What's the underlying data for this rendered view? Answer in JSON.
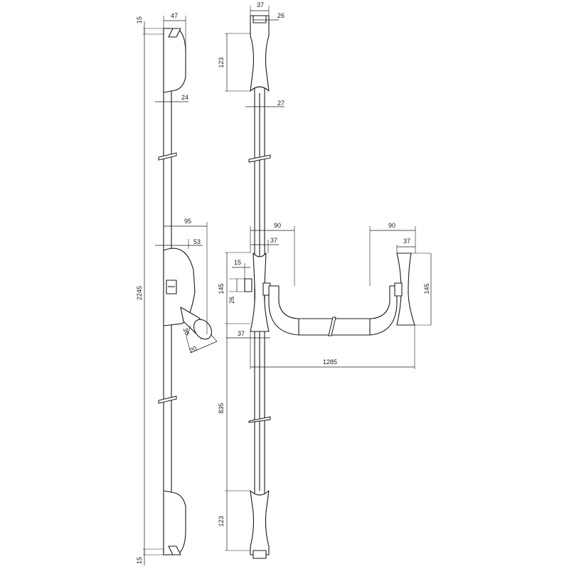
{
  "dimensions": {
    "side_top_gap": "15",
    "side_top_width": "47",
    "side_total_height": "2245",
    "side_rod_width": "24",
    "side_body_depth": "95",
    "side_body_offset": "53",
    "side_knob_diameter": "36",
    "side_knob_length": "20",
    "side_bottom_gap": "15",
    "front_top_width": "37",
    "front_top_inner": "26",
    "front_top_height": "123",
    "front_rod_width": "27",
    "front_left_reach": "90",
    "front_left_width": "37",
    "front_right_reach": "90",
    "front_right_width": "37",
    "front_latch_offset": "15",
    "front_center_height": "145",
    "front_latch_height": "26",
    "front_right_height": "145",
    "front_arm_offset": "37",
    "front_bar_length": "1285",
    "front_lower_height": "835",
    "front_bottom_height": "123"
  },
  "colors": {
    "line": "#1a1a1a",
    "background": "#ffffff"
  }
}
